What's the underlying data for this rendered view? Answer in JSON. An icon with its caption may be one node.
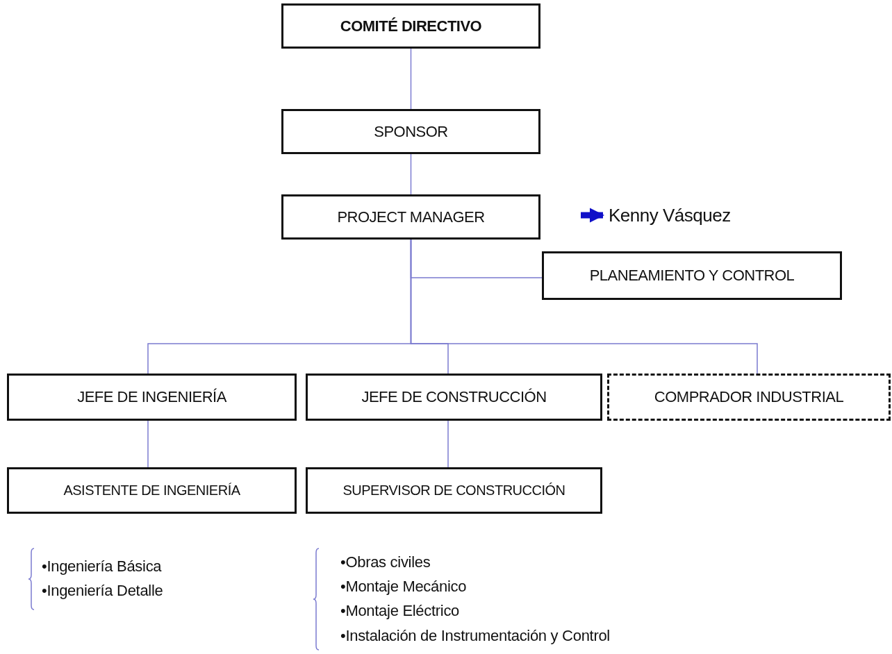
{
  "diagram": {
    "nodes": [
      {
        "text": [
          "COMITÉ DIRECTIVO"
        ]
      },
      {
        "text": [
          "SPONSOR"
        ]
      },
      {
        "text": [
          "PROJECT MANAGER"
        ]
      },
      {
        "text": [
          "Kenny Vásquez"
        ]
      },
      {
        "text": [
          "PLANEAMIENTO Y CONTROL"
        ]
      },
      {
        "text": [
          "JEFE DE INGENIERÍA"
        ]
      },
      {
        "text": [
          "JEFE DE CONSTRUCCIÓN"
        ]
      },
      {
        "text": [
          "COMPRADOR INDUSTRIAL"
        ]
      },
      {
        "text": [
          "ASISTENTE DE INGENIERÍA"
        ]
      },
      {
        "text": [
          "SUPERVISOR DE CONSTRUCCIÓN"
        ]
      }
    ],
    "edges": [
      {
        "from": 0,
        "to": 1,
        "arrow": "none"
      },
      {
        "from": 1,
        "to": 2,
        "arrow": "none"
      },
      {
        "from": null,
        "to": 3,
        "arrow": "to",
        "style": "thick",
        "color": "#1010c8"
      },
      {
        "from": 2,
        "to": 4,
        "arrow": "none"
      },
      {
        "from": 2,
        "to": 5,
        "arrow": "none"
      },
      {
        "from": 2,
        "to": 6,
        "arrow": "none"
      },
      {
        "from": 2,
        "to": 7,
        "arrow": "none"
      },
      {
        "from": 5,
        "to": 8,
        "arrow": "none"
      },
      {
        "from": 6,
        "to": 9,
        "arrow": "none"
      }
    ],
    "labels": [
      "•Ingeniería Básica",
      "•Ingeniería Detalle",
      "•Obras civiles",
      "•Montaje Mecánico",
      "•Montaje Eléctrico",
      "•Instalación de Instrumentación y Control"
    ]
  }
}
